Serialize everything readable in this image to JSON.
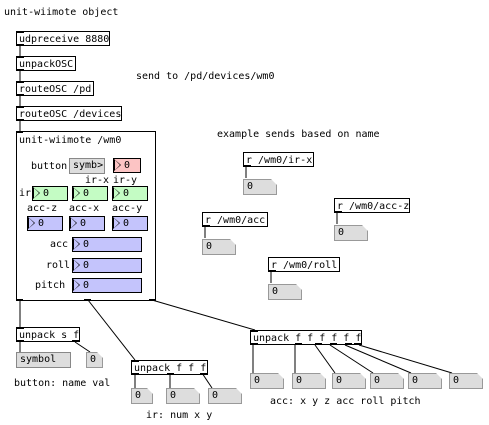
{
  "title": "unit-wiimote object",
  "objects": {
    "udpreceive": "udpreceive 8880",
    "unpackosc": "unpackOSC",
    "routeosc_pd": "routeOSC /pd",
    "routeosc_devices": "routeOSC /devices",
    "unpack_sf": "unpack s f",
    "unpack_fff": "unpack f f f",
    "unpack_ffffff": "unpack f f f f f f",
    "r_irx": "r /wm0/ir-x",
    "r_acc": "r /wm0/acc",
    "r_accz": "r /wm0/acc-z",
    "r_roll": "r /wm0/roll"
  },
  "comments": {
    "send_to": "send to /pd/devices/wm0",
    "example": "example sends based on name",
    "button_caption": "button: name val",
    "ir_caption": "ir: num x y",
    "acc_caption": "acc: x y z acc roll pitch"
  },
  "gop": {
    "title": "unit-wiimote /wm0",
    "button_label": "button",
    "symb_value": "symb>",
    "button_value": "0",
    "ir_label": "ir",
    "irx_label": "ir-x",
    "iry_label": "ir-y",
    "ir_value": "0",
    "irx_value": "0",
    "iry_value": "0",
    "accz_label": "acc-z",
    "accx_label": "acc-x",
    "accy_label": "acc-y",
    "accz_value": "0",
    "accx_value": "0",
    "accy_value": "0",
    "acc_label": "acc",
    "roll_label": "roll",
    "pitch_label": "pitch",
    "acc_value": "0",
    "roll_value": "0",
    "pitch_value": "0"
  },
  "atoms": {
    "symbol_atom": "symbol",
    "sf_num": "0",
    "fff_1": "0",
    "fff_2": "0",
    "fff_3": "0",
    "f6_1": "0",
    "f6_2": "0",
    "f6_3": "0",
    "f6_4": "0",
    "f6_5": "0",
    "f6_6": "0",
    "irx_atom": "0",
    "acc_atom": "0",
    "accz_atom": "0",
    "roll_atom": "0"
  },
  "colors": {
    "pink": "#fcc4c4",
    "green": "#c4fcc4",
    "blue": "#c4c4fc",
    "gray_atom": "#dddddd"
  }
}
